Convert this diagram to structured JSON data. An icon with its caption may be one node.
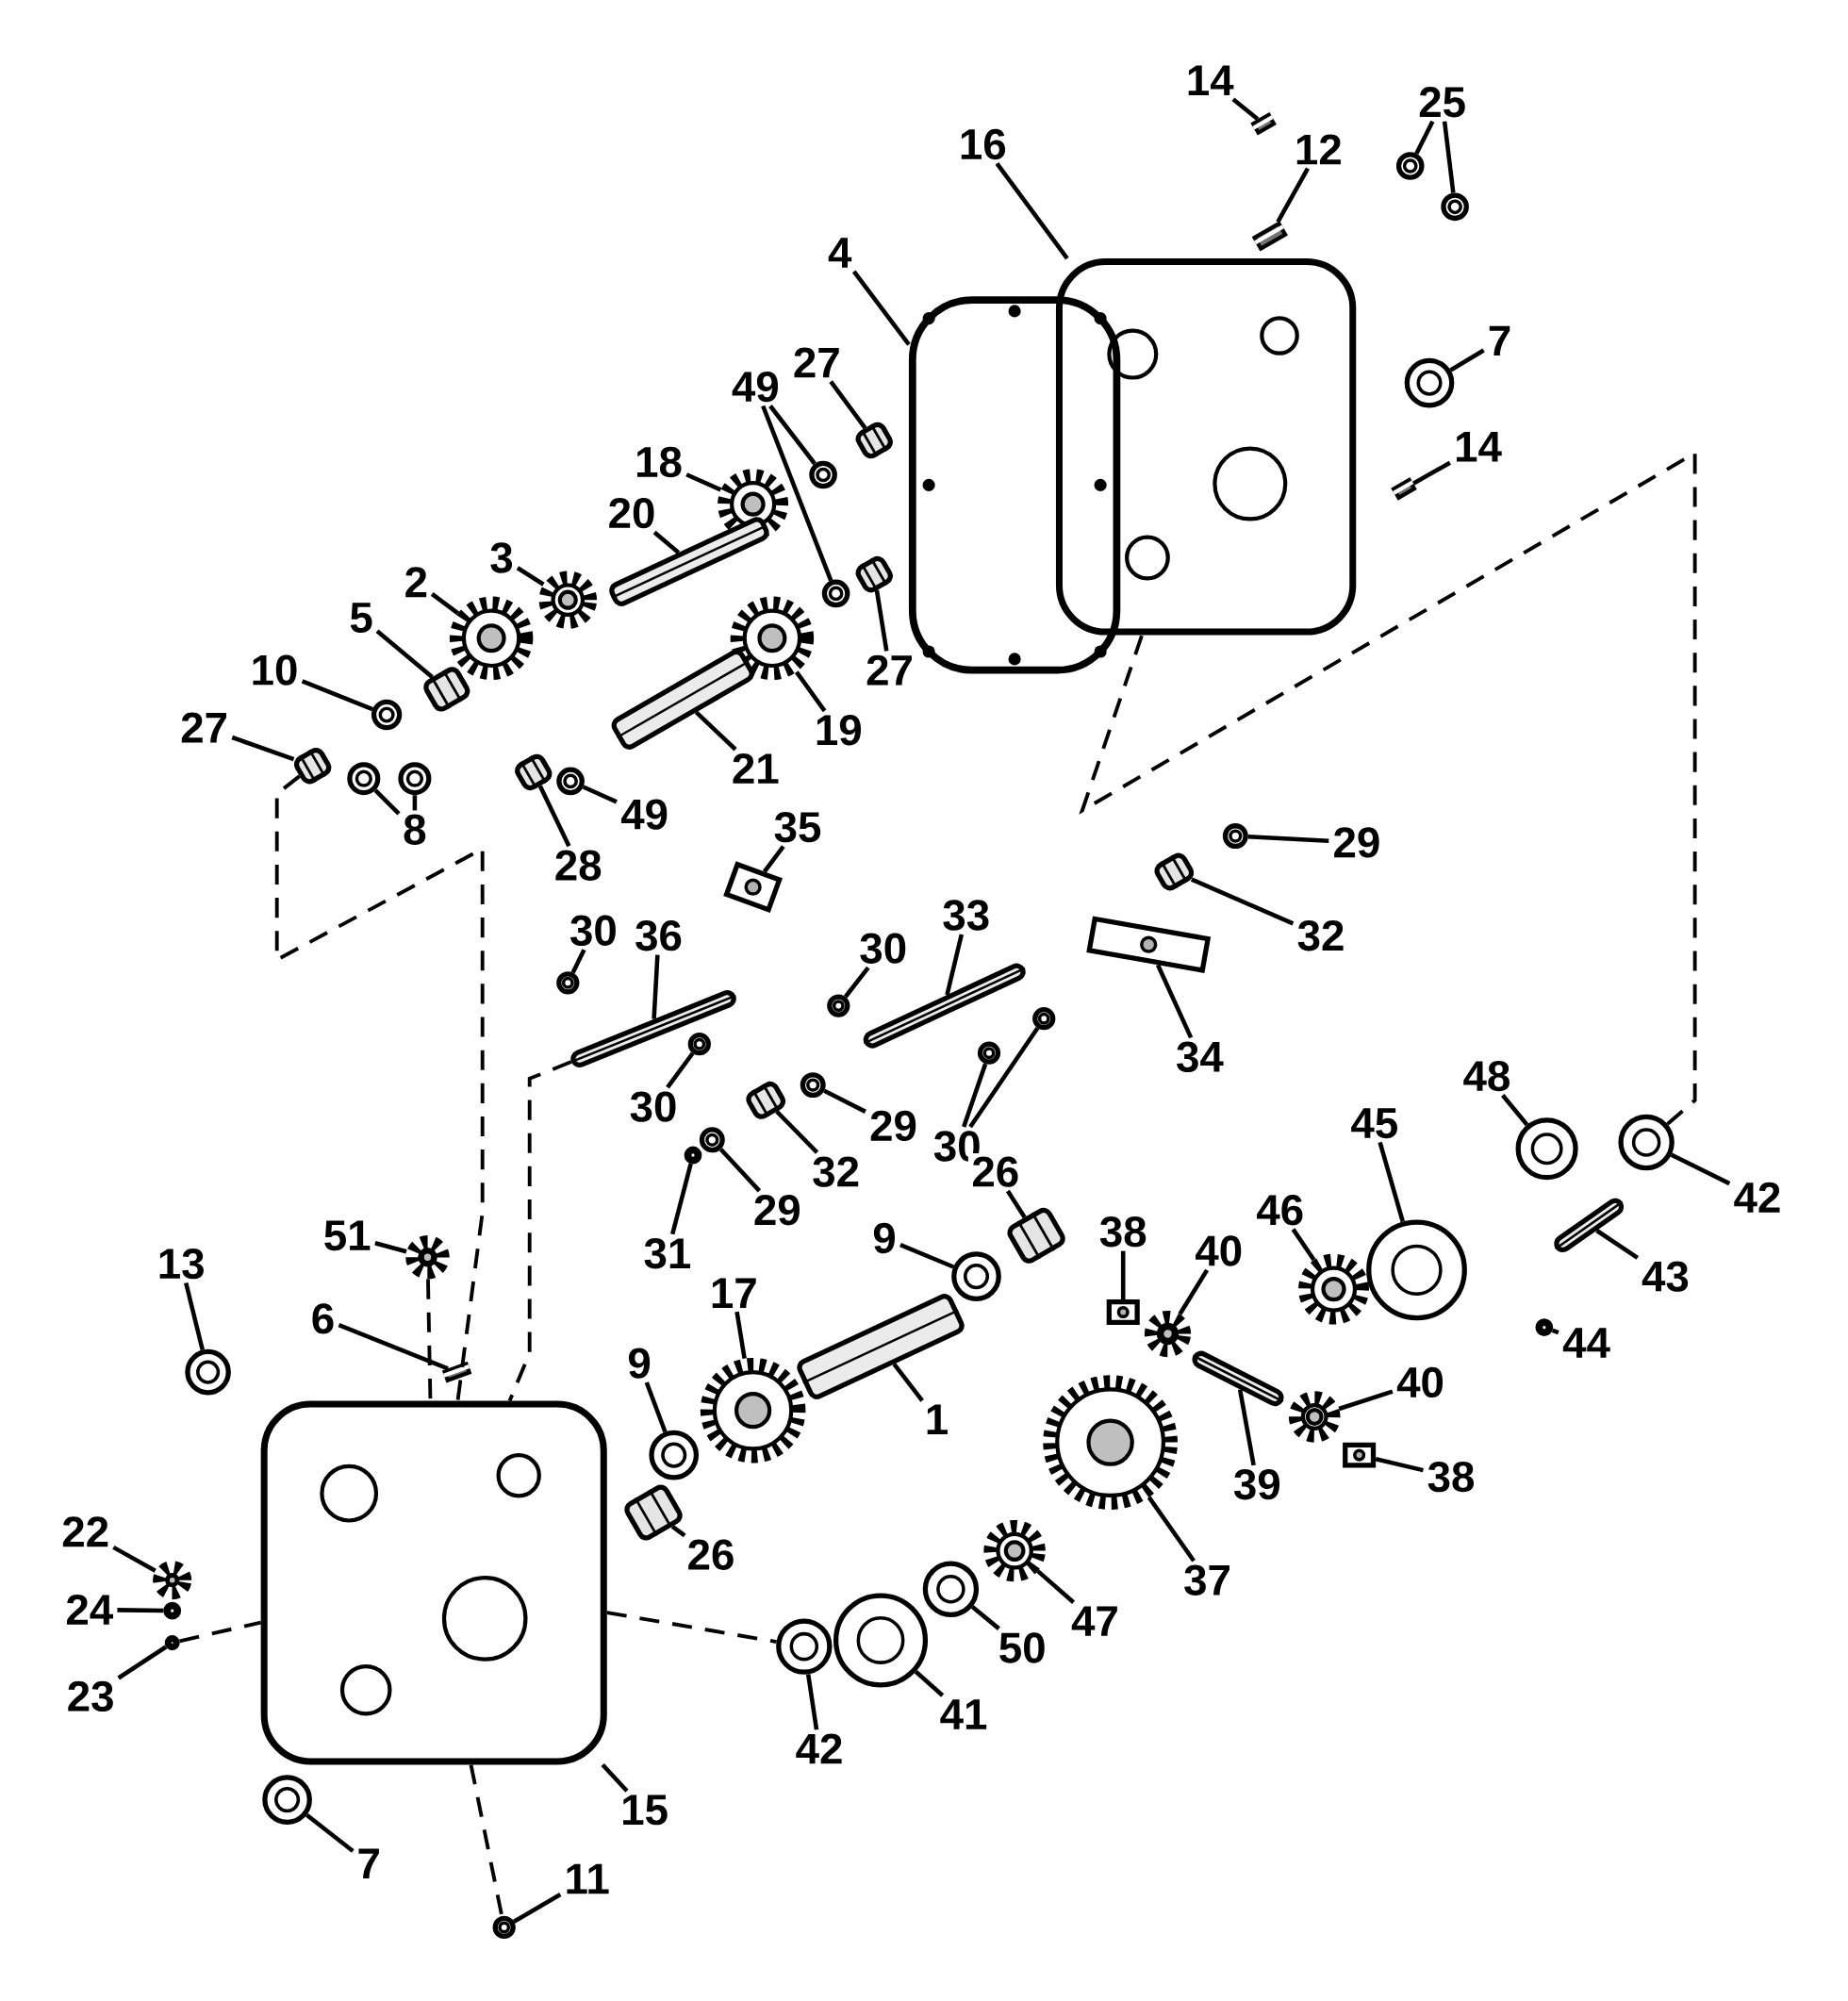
{
  "diagram": {
    "nodes": [
      {
        "text": [
          "14"
        ]
      },
      {
        "text": [],
        "shape": "picture"
      },
      {
        "text": [
          "16"
        ]
      },
      {
        "text": [],
        "shape": "picture"
      },
      {
        "text": [
          "12"
        ]
      },
      {
        "text": [],
        "shape": "picture"
      },
      {
        "text": [
          "25"
        ]
      },
      {
        "text": [],
        "shape": "picture"
      },
      {
        "text": [],
        "shape": "picture"
      },
      {
        "text": [
          "4"
        ]
      },
      {
        "text": [],
        "shape": "picture"
      },
      {
        "text": [
          "27"
        ]
      },
      {
        "text": [],
        "shape": "picture"
      },
      {
        "text": [
          "49"
        ]
      },
      {
        "text": [],
        "shape": "picture"
      },
      {
        "text": [],
        "shape": "picture"
      },
      {
        "text": [
          "7"
        ]
      },
      {
        "text": [],
        "shape": "picture"
      },
      {
        "text": [
          "18"
        ]
      },
      {
        "text": [],
        "shape": "picture"
      },
      {
        "text": [
          "14"
        ]
      },
      {
        "text": [],
        "shape": "picture"
      },
      {
        "text": [
          "20"
        ]
      },
      {
        "text": [],
        "shape": "picture"
      },
      {
        "text": [
          "3"
        ]
      },
      {
        "text": [],
        "shape": "picture"
      },
      {
        "text": [
          "2"
        ]
      },
      {
        "text": [],
        "shape": "picture"
      },
      {
        "text": [
          "27"
        ]
      },
      {
        "text": [],
        "shape": "picture"
      },
      {
        "text": [
          "5"
        ]
      },
      {
        "text": [],
        "shape": "picture"
      },
      {
        "text": [
          "10"
        ]
      },
      {
        "text": [],
        "shape": "picture"
      },
      {
        "text": [
          "19"
        ]
      },
      {
        "text": [],
        "shape": "picture"
      },
      {
        "text": [
          "27"
        ]
      },
      {
        "text": [],
        "shape": "picture"
      },
      {
        "text": [
          "8"
        ]
      },
      {
        "text": [],
        "shape": "picture"
      },
      {
        "text": [],
        "shape": "picture"
      },
      {
        "text": [
          "21"
        ]
      },
      {
        "text": [],
        "shape": "picture"
      },
      {
        "text": [
          "49"
        ]
      },
      {
        "text": [],
        "shape": "picture"
      },
      {
        "text": [
          "28"
        ]
      },
      {
        "text": [],
        "shape": "picture"
      },
      {
        "text": [
          "35"
        ]
      },
      {
        "text": [],
        "shape": "picture"
      },
      {
        "text": [
          "29"
        ]
      },
      {
        "text": [],
        "shape": "picture"
      },
      {
        "text": [
          "33"
        ]
      },
      {
        "text": [],
        "shape": "picture"
      },
      {
        "text": [
          "36"
        ]
      },
      {
        "text": [],
        "shape": "picture"
      },
      {
        "text": [
          "30"
        ]
      },
      {
        "text": [],
        "shape": "picture"
      },
      {
        "text": [
          "30"
        ]
      },
      {
        "text": [],
        "shape": "picture"
      },
      {
        "text": [
          "32"
        ]
      },
      {
        "text": [],
        "shape": "picture"
      },
      {
        "text": [
          "34"
        ]
      },
      {
        "text": [],
        "shape": "picture"
      },
      {
        "text": [
          "30"
        ]
      },
      {
        "text": [],
        "shape": "picture"
      },
      {
        "text": [
          "29"
        ]
      },
      {
        "text": [],
        "shape": "picture"
      },
      {
        "text": [
          "30"
        ]
      },
      {
        "text": [],
        "shape": "picture"
      },
      {
        "text": [],
        "shape": "picture"
      },
      {
        "text": [
          "26"
        ]
      },
      {
        "text": [],
        "shape": "picture"
      },
      {
        "text": [
          "48"
        ]
      },
      {
        "text": [],
        "shape": "picture"
      },
      {
        "text": [
          "32"
        ]
      },
      {
        "text": [],
        "shape": "picture"
      },
      {
        "text": [
          "45"
        ]
      },
      {
        "text": [],
        "shape": "picture"
      },
      {
        "text": [
          "42"
        ]
      },
      {
        "text": [],
        "shape": "picture"
      },
      {
        "text": [
          "31"
        ]
      },
      {
        "text": [],
        "shape": "picture"
      },
      {
        "text": [
          "29"
        ]
      },
      {
        "text": [],
        "shape": "picture"
      },
      {
        "text": [
          "46"
        ]
      },
      {
        "text": [],
        "shape": "picture"
      },
      {
        "text": [
          "51"
        ]
      },
      {
        "text": [],
        "shape": "picture"
      },
      {
        "text": [
          "9"
        ]
      },
      {
        "text": [],
        "shape": "picture"
      },
      {
        "text": [
          "38"
        ]
      },
      {
        "text": [],
        "shape": "picture"
      },
      {
        "text": [
          "40"
        ]
      },
      {
        "text": [],
        "shape": "picture"
      },
      {
        "text": [
          "43"
        ]
      },
      {
        "text": [],
        "shape": "picture"
      },
      {
        "text": [
          "44"
        ]
      },
      {
        "text": [],
        "shape": "picture"
      },
      {
        "text": [
          "13"
        ]
      },
      {
        "text": [],
        "shape": "picture"
      },
      {
        "text": [
          "6"
        ]
      },
      {
        "text": [],
        "shape": "picture"
      },
      {
        "text": [
          "17"
        ]
      },
      {
        "text": [],
        "shape": "picture"
      },
      {
        "text": [
          "9"
        ]
      },
      {
        "text": [],
        "shape": "picture"
      },
      {
        "text": [
          "1"
        ]
      },
      {
        "text": [],
        "shape": "picture"
      },
      {
        "text": [
          "40"
        ]
      },
      {
        "text": [],
        "shape": "picture"
      },
      {
        "text": [
          "39"
        ]
      },
      {
        "text": [],
        "shape": "picture"
      },
      {
        "text": [
          "38"
        ]
      },
      {
        "text": [],
        "shape": "picture"
      },
      {
        "text": [
          "22"
        ]
      },
      {
        "text": [],
        "shape": "picture"
      },
      {
        "text": [
          "26"
        ]
      },
      {
        "text": [],
        "shape": "picture"
      },
      {
        "text": [
          "37"
        ]
      },
      {
        "text": [],
        "shape": "picture"
      },
      {
        "text": [
          "24"
        ]
      },
      {
        "text": [],
        "shape": "picture"
      },
      {
        "text": [
          "47"
        ]
      },
      {
        "text": [],
        "shape": "picture"
      },
      {
        "text": [
          "23"
        ]
      },
      {
        "text": [],
        "shape": "picture"
      },
      {
        "text": [
          "50"
        ]
      },
      {
        "text": [],
        "shape": "picture"
      },
      {
        "text": [
          "41"
        ]
      },
      {
        "text": [],
        "shape": "picture"
      },
      {
        "text": [
          "42"
        ]
      },
      {
        "text": [],
        "shape": "picture"
      },
      {
        "text": [
          "15"
        ]
      },
      {
        "text": [],
        "shape": "picture"
      },
      {
        "text": [
          "7"
        ]
      },
      {
        "text": [],
        "shape": "picture"
      },
      {
        "text": [
          "11"
        ]
      },
      {
        "text": [],
        "shape": "picture"
      }
    ],
    "edges": [
      {
        "from": 0,
        "to": 1,
        "arrow": "none"
      },
      {
        "from": 2,
        "to": 3,
        "arrow": "none"
      },
      {
        "from": 4,
        "to": 5,
        "arrow": "none"
      },
      {
        "from": 6,
        "to": 7,
        "arrow": "none"
      },
      {
        "from": 6,
        "to": 8,
        "arrow": "none"
      },
      {
        "from": 9,
        "to": 10,
        "arrow": "none"
      },
      {
        "from": 11,
        "to": 12,
        "arrow": "none"
      },
      {
        "from": 13,
        "to": 14,
        "arrow": "none"
      },
      {
        "from": 13,
        "to": 15,
        "arrow": "none"
      },
      {
        "from": 16,
        "to": 17,
        "arrow": "none"
      },
      {
        "from": 18,
        "to": 19,
        "arrow": "none"
      },
      {
        "from": 20,
        "to": 21,
        "arrow": "none"
      },
      {
        "from": 22,
        "to": 23,
        "arrow": "none"
      },
      {
        "from": 24,
        "to": 25,
        "arrow": "none"
      },
      {
        "from": 26,
        "to": 27,
        "arrow": "none"
      },
      {
        "from": 28,
        "to": 29,
        "arrow": "none"
      },
      {
        "from": 30,
        "to": 31,
        "arrow": "none"
      },
      {
        "from": 32,
        "to": 33,
        "arrow": "none"
      },
      {
        "from": 34,
        "to": 35,
        "arrow": "none"
      },
      {
        "from": 36,
        "to": 37,
        "arrow": "none"
      },
      {
        "from": 38,
        "to": 39,
        "arrow": "none"
      },
      {
        "from": 38,
        "to": 40,
        "arrow": "none"
      },
      {
        "from": 41,
        "to": 42,
        "arrow": "none"
      },
      {
        "from": 43,
        "to": 44,
        "arrow": "none"
      },
      {
        "from": 45,
        "to": 46,
        "arrow": "none"
      },
      {
        "from": 47,
        "to": 48,
        "arrow": "none"
      },
      {
        "from": 49,
        "to": 50,
        "arrow": "none"
      },
      {
        "from": 51,
        "to": 52,
        "arrow": "none"
      },
      {
        "from": 53,
        "to": 54,
        "arrow": "none"
      },
      {
        "from": 55,
        "to": 56,
        "arrow": "none"
      },
      {
        "from": 57,
        "to": 58,
        "arrow": "none"
      },
      {
        "from": 59,
        "to": 60,
        "arrow": "none"
      },
      {
        "from": 61,
        "to": 62,
        "arrow": "none"
      },
      {
        "from": 63,
        "to": 64,
        "arrow": "none"
      },
      {
        "from": 65,
        "to": 66,
        "arrow": "none"
      },
      {
        "from": 67,
        "to": 68,
        "arrow": "none"
      },
      {
        "from": 67,
        "to": 69,
        "arrow": "none"
      },
      {
        "from": 70,
        "to": 71,
        "arrow": "none"
      },
      {
        "from": 72,
        "to": 73,
        "arrow": "none"
      },
      {
        "from": 74,
        "to": 75,
        "arrow": "none"
      },
      {
        "from": 76,
        "to": 77,
        "arrow": "none"
      },
      {
        "from": 78,
        "to": 79,
        "arrow": "none"
      },
      {
        "from": 80,
        "to": 81,
        "arrow": "none"
      },
      {
        "from": 82,
        "to": 83,
        "arrow": "none"
      },
      {
        "from": 84,
        "to": 85,
        "arrow": "none"
      },
      {
        "from": 86,
        "to": 87,
        "arrow": "none"
      },
      {
        "from": 88,
        "to": 89,
        "arrow": "none"
      },
      {
        "from": 90,
        "to": 91,
        "arrow": "none"
      },
      {
        "from": 92,
        "to": 93,
        "arrow": "none"
      },
      {
        "from": 94,
        "to": 95,
        "arrow": "none"
      },
      {
        "from": 96,
        "to": 97,
        "arrow": "none"
      },
      {
        "from": 98,
        "to": 99,
        "arrow": "none"
      },
      {
        "from": 100,
        "to": 101,
        "arrow": "none"
      },
      {
        "from": 102,
        "to": 103,
        "arrow": "none"
      },
      {
        "from": 104,
        "to": 105,
        "arrow": "none"
      },
      {
        "from": 106,
        "to": 107,
        "arrow": "none"
      },
      {
        "from": 108,
        "to": 109,
        "arrow": "none"
      },
      {
        "from": 110,
        "to": 111,
        "arrow": "none"
      },
      {
        "from": 112,
        "to": 113,
        "arrow": "none"
      },
      {
        "from": 114,
        "to": 115,
        "arrow": "none"
      },
      {
        "from": 116,
        "to": 117,
        "arrow": "none"
      },
      {
        "from": 118,
        "to": 119,
        "arrow": "none"
      },
      {
        "from": 120,
        "to": 121,
        "arrow": "none"
      },
      {
        "from": 122,
        "to": 123,
        "arrow": "none"
      },
      {
        "from": 124,
        "to": 125,
        "arrow": "none"
      },
      {
        "from": 126,
        "to": 127,
        "arrow": "none"
      },
      {
        "from": 128,
        "to": 129,
        "arrow": "none"
      },
      {
        "from": 130,
        "to": 131,
        "arrow": "none"
      },
      {
        "from": 132,
        "to": 133,
        "arrow": "none"
      },
      {
        "from": 134,
        "to": 135,
        "arrow": "none"
      },
      {
        "from": 136,
        "to": 137,
        "arrow": "none"
      },
      {
        "from": 79,
        "to": 3,
        "arrow": "none",
        "style": "dashed"
      },
      {
        "from": 37,
        "to": 133,
        "arrow": "none",
        "style": "dashed"
      },
      {
        "from": 54,
        "to": 133,
        "arrow": "none",
        "style": "dashed"
      },
      {
        "from": 87,
        "to": 133,
        "arrow": "none",
        "style": "dashed"
      },
      {
        "from": 133,
        "to": 137,
        "arrow": "none",
        "style": "dashed"
      },
      {
        "from": 133,
        "to": 131,
        "arrow": "none",
        "style": "dashed"
      },
      {
        "from": 125,
        "to": 133,
        "arrow": "none",
        "style": "dashed"
      }
    ]
  }
}
